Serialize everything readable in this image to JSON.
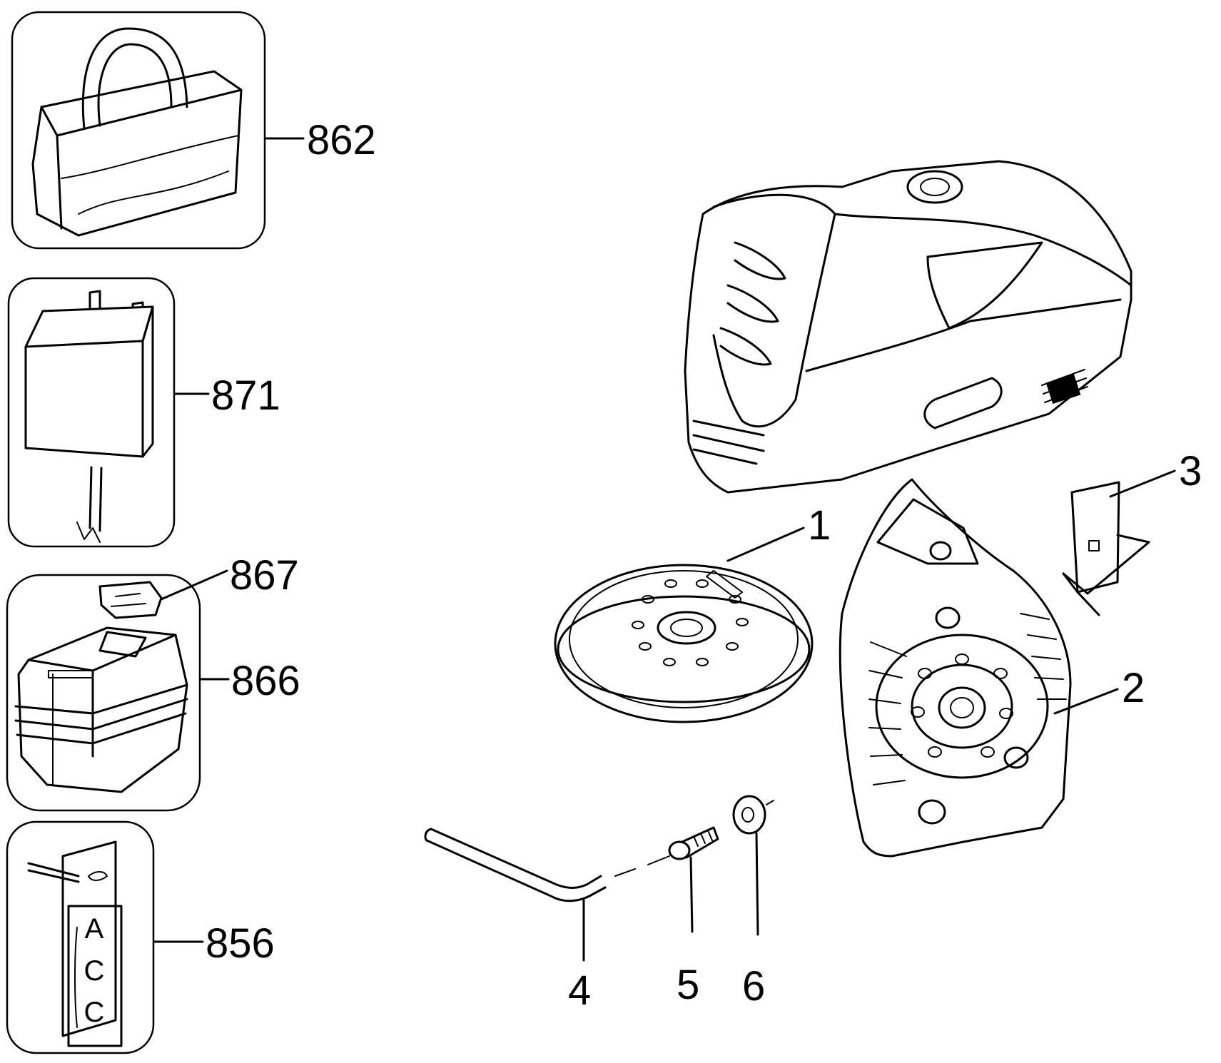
{
  "callouts": {
    "c862": "862",
    "c871": "871",
    "c867": "867",
    "c866": "866",
    "c856": "856",
    "c1": "1",
    "c2": "2",
    "c3": "3",
    "c4": "4",
    "c5": "5",
    "c6": "6"
  },
  "card_text": {
    "line1": "A",
    "line2": "C",
    "line3": "C"
  }
}
